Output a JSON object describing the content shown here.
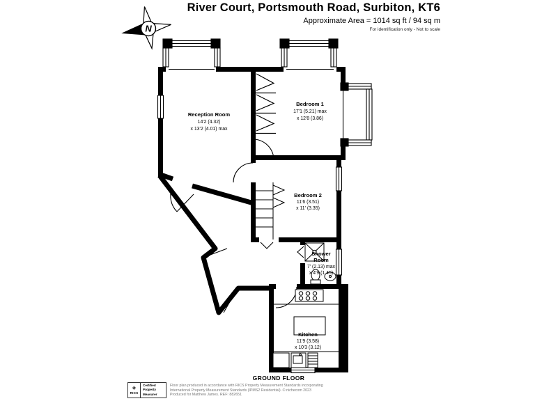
{
  "header": {
    "title": "River Court, Portsmouth Road, Surbiton, KT6",
    "area": "Approximate Area = 1014 sq ft / 94 sq m",
    "note": "For identification only - Not to scale"
  },
  "compass": {
    "north_label": "N"
  },
  "rooms": {
    "reception": {
      "name": "Reception Room",
      "dim1": "14'2 (4.32)",
      "dim2": "x 13'2 (4.01) max"
    },
    "bedroom1": {
      "name": "Bedroom 1",
      "dim1": "17'1 (5.21) max",
      "dim2": "x 12'8 (3.86)"
    },
    "bedroom2": {
      "name": "Bedroom 2",
      "dim1": "11'6 (3.51)",
      "dim2": "x 11' (3.35)"
    },
    "shower": {
      "name_line1": "Shower",
      "name_line2": "Room",
      "dim1": "7' (2.13) max",
      "dim2": "x 4'9 (1.45)"
    },
    "kitchen": {
      "name": "Kitchen",
      "dim1": "11'9 (3.58)",
      "dim2": "x 10'3 (3.12)"
    }
  },
  "floor_label": "GROUND FLOOR",
  "footer": {
    "rics": "RICS",
    "cert_line1": "Certified",
    "cert_line2": "Property",
    "cert_line3": "Measurer",
    "disclaimer_line1": "Floor plan produced in accordance with RICS Property Measurement Standards incorporating",
    "disclaimer_line2": "International Property Measurement Standards (IPMS2 Residential).   © nichecom 2023",
    "disclaimer_line3": "Produced for Matthew James.   REF: 882651"
  }
}
